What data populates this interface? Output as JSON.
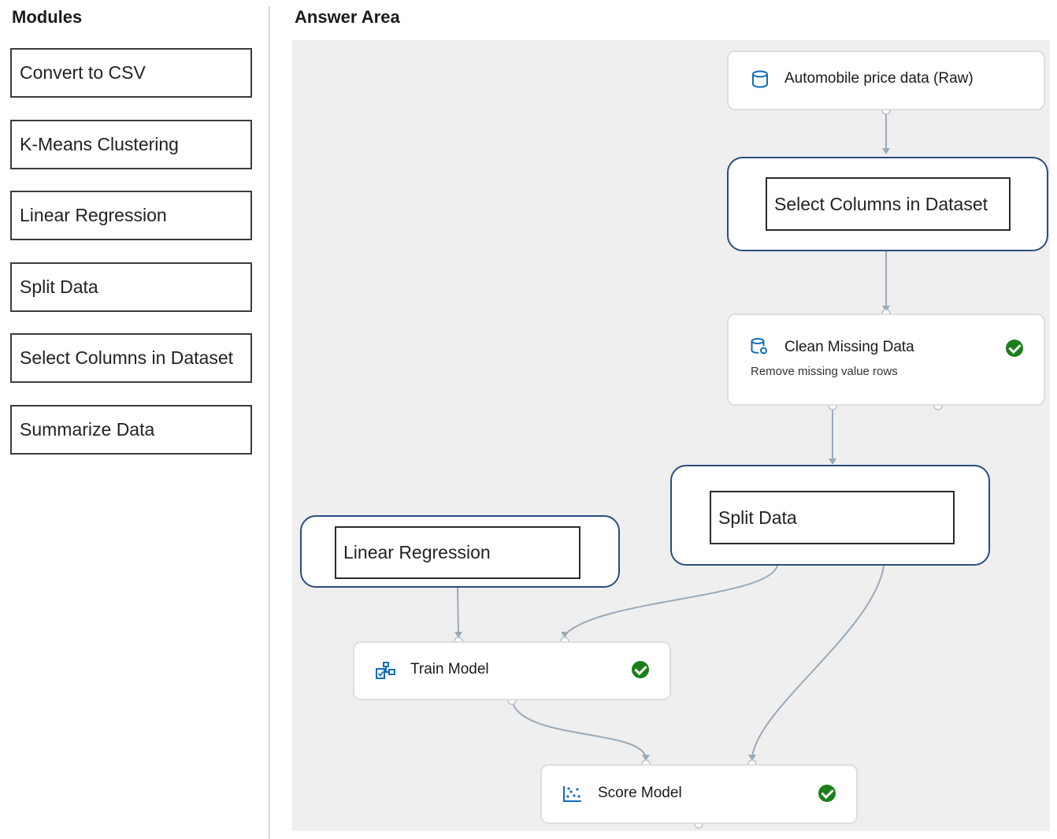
{
  "modules_panel": {
    "heading": "Modules",
    "items": [
      {
        "label": "Convert to CSV"
      },
      {
        "label": "K-Means Clustering"
      },
      {
        "label": "Linear Regression"
      },
      {
        "label": "Split Data"
      },
      {
        "label": "Select Columns in Dataset"
      },
      {
        "label": "Summarize Data"
      }
    ]
  },
  "answer_area": {
    "heading": "Answer Area",
    "nodes": {
      "raw_data": {
        "title": "Automobile price data (Raw)",
        "icon": "database-icon"
      },
      "clean_missing": {
        "title": "Clean Missing Data",
        "subtitle": "Remove missing value rows",
        "icon": "clean-data-icon",
        "status": "completed"
      },
      "train_model": {
        "title": "Train Model",
        "icon": "train-model-icon",
        "status": "completed"
      },
      "score_model": {
        "title": "Score Model",
        "icon": "scatter-icon",
        "status": "completed"
      }
    },
    "slots": {
      "slot_1": {
        "label": "Select Columns in Dataset"
      },
      "slot_2": {
        "label": "Split Data"
      },
      "slot_3": {
        "label": "Linear Regression"
      }
    }
  },
  "colors": {
    "slot_border": "#2b4c7e",
    "icon_blue": "#0f6cbd",
    "success_green": "#1a7f1a",
    "canvas_bg": "#efefef",
    "connector": "#9aa9b8"
  }
}
